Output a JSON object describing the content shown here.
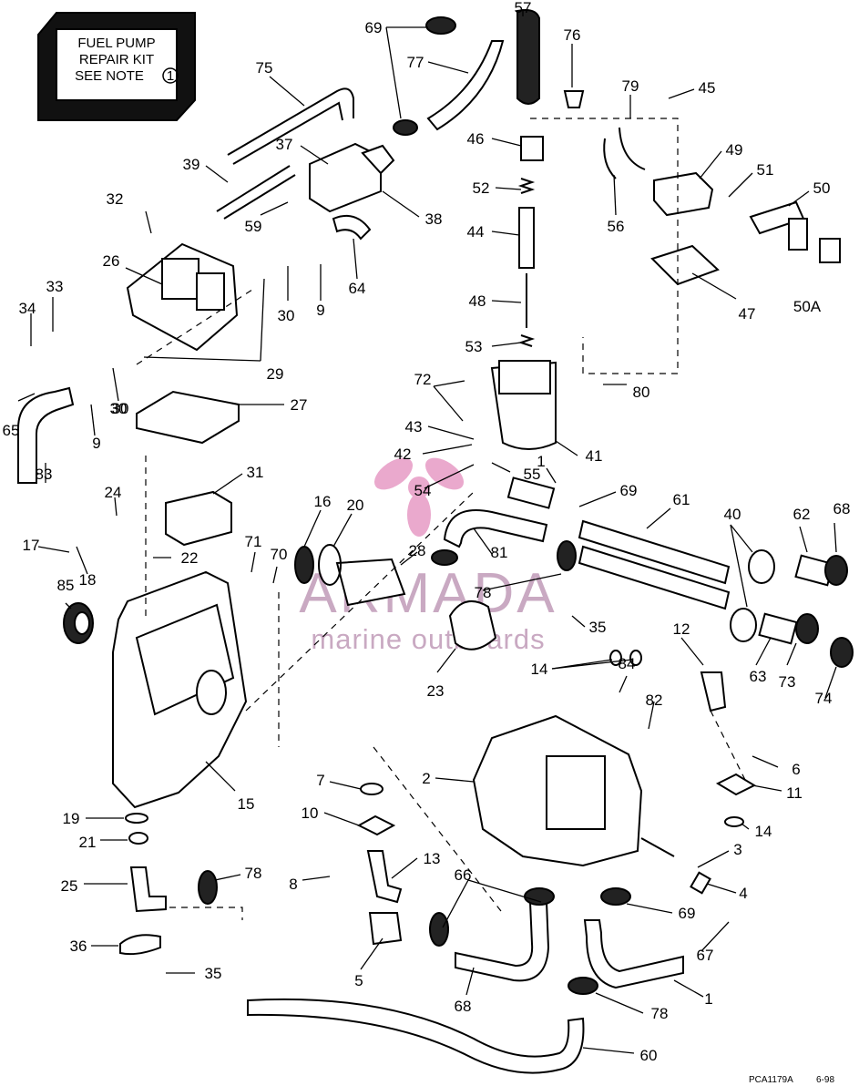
{
  "note_box": {
    "line1": "FUEL PUMP",
    "line2": "REPAIR KIT",
    "line3": "SEE NOTE",
    "note_ref": "1"
  },
  "watermark": {
    "brand": "ARMADA",
    "tagline": "marine outboards",
    "accent_color": "#e8a0c8"
  },
  "footer": {
    "code": "PCA1179A",
    "date": "6-98"
  },
  "callouts": [
    "69",
    "57",
    "76",
    "75",
    "77",
    "79",
    "45",
    "46",
    "49",
    "39",
    "37",
    "51",
    "50",
    "52",
    "38",
    "56",
    "32",
    "59",
    "44",
    "26",
    "30",
    "9",
    "64",
    "47",
    "50A",
    "33",
    "34",
    "48",
    "30",
    "53",
    "29",
    "72",
    "80",
    "65",
    "30",
    "27",
    "43",
    "42",
    "41",
    "9",
    "83",
    "1",
    "55",
    "31",
    "54",
    "69",
    "61",
    "24",
    "16",
    "20",
    "40",
    "62",
    "68",
    "17",
    "18",
    "28",
    "22",
    "71",
    "70",
    "81",
    "85",
    "78",
    "35",
    "12",
    "63",
    "73",
    "74",
    "23",
    "14",
    "84",
    "82",
    "6",
    "2",
    "15",
    "7",
    "11",
    "19",
    "10",
    "14",
    "21",
    "3",
    "13",
    "8",
    "25",
    "78",
    "66",
    "4",
    "69",
    "36",
    "67",
    "5",
    "35",
    "68",
    "1",
    "78",
    "60"
  ]
}
